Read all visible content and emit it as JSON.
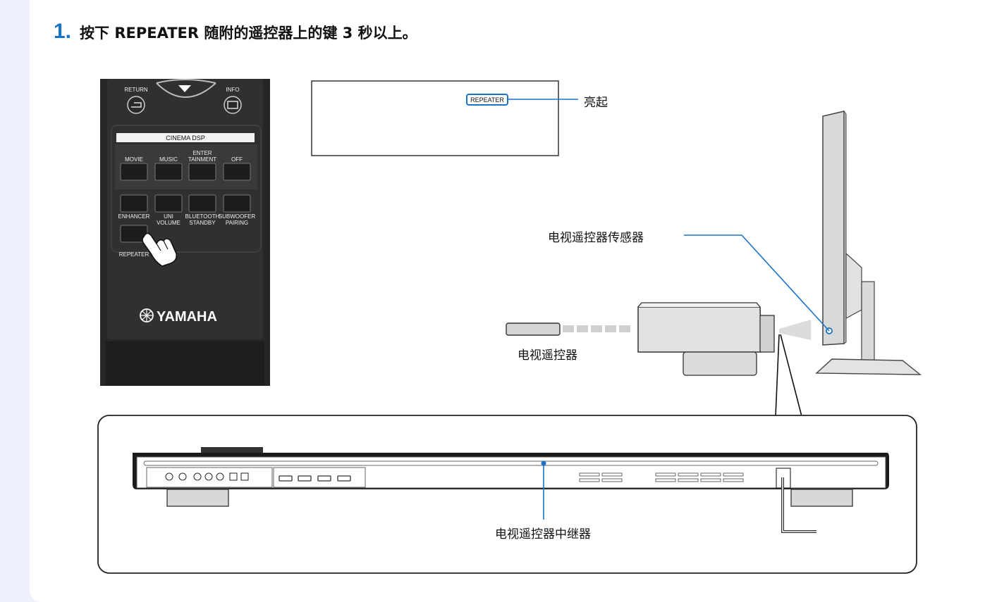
{
  "step": {
    "number": "1.",
    "text": "按下 REPEATER 随附的遥控器上的键 3 秒以上。"
  },
  "remote": {
    "return_label": "RETURN",
    "info_label": "INFO",
    "cinema_dsp_label": "CINEMA DSP",
    "row1_labels": [
      "MOVIE",
      "MUSIC",
      "ENTER\nTAINMENT",
      "OFF"
    ],
    "row2_labels": [
      "ENHANCER",
      "UNI\nVOLUME",
      "BLUETOOTH\nSTANDBY",
      "SUBWOOFER\nPAIRING"
    ],
    "repeater_label": "REPEATER",
    "brand": "YAMAHA"
  },
  "display": {
    "indicator": "REPEATER",
    "callout": "亮起"
  },
  "labels": {
    "tv_sensor": "电视遥控器传感器",
    "tv_remote": "电视遥控器",
    "repeater": "电视遥控器中继器"
  }
}
